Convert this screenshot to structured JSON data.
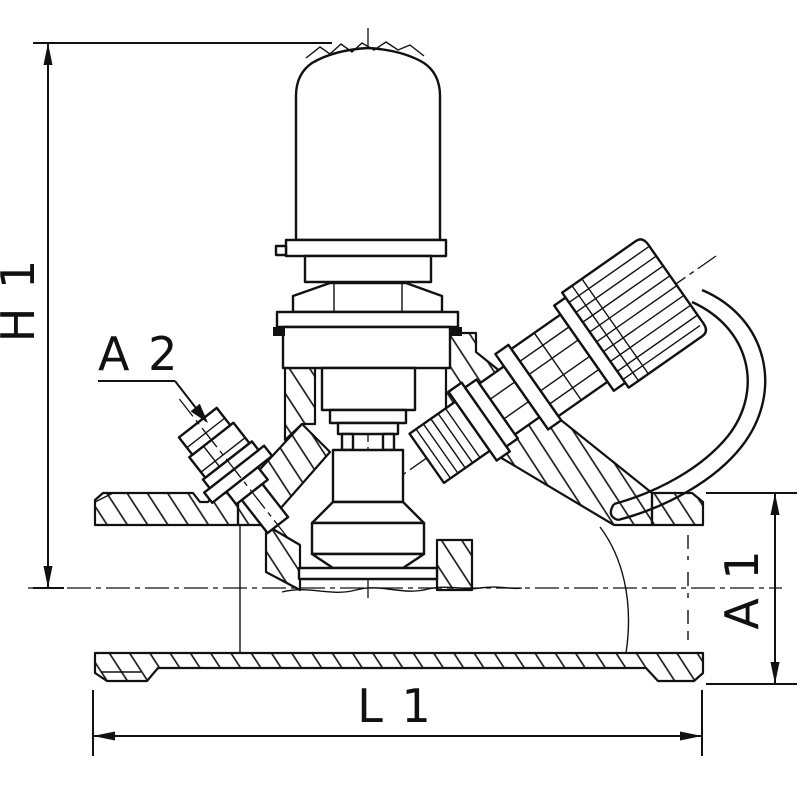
{
  "drawing": {
    "labels": {
      "h1": "H 1",
      "a2": "A 2",
      "a1": "A 1",
      "l1": "L 1"
    },
    "colors": {
      "ink": "#111111",
      "paper": "#ffffff"
    },
    "icons": {
      "cap_embossing": "embossed-logo-icon"
    }
  }
}
